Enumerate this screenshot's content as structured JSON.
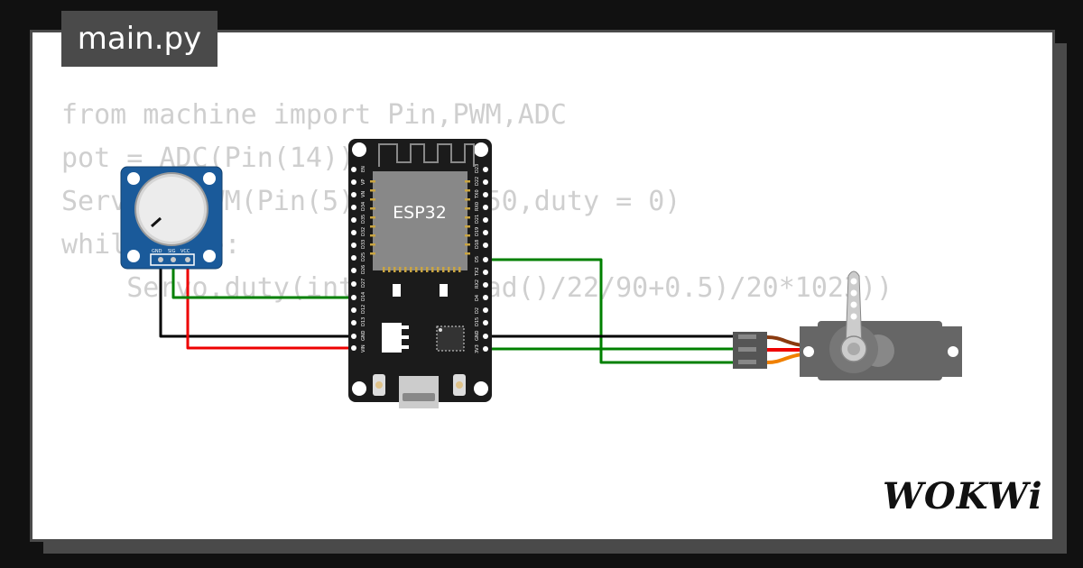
{
  "editor": {
    "filename": "main.py",
    "code_lines": [
      "from machine import Pin,PWM,ADC",
      "pot = ADC(Pin(14))",
      "Servo = PWM(Pin(5),freq = 50,duty = 0)",
      "while True:",
      "    Servo.duty(int((pot.read()/22/90+0.5)/20*1023))"
    ]
  },
  "board": {
    "label": "ESP32",
    "left_pins": [
      "EN",
      "VP",
      "VN",
      "D34",
      "D35",
      "D32",
      "D33",
      "D25",
      "D26",
      "D27",
      "D14",
      "D12",
      "D13",
      "GND",
      "VIN"
    ],
    "right_pins": [
      "D23",
      "D22",
      "TX0",
      "RX0",
      "D21",
      "D19",
      "D18",
      "D5",
      "TX2",
      "RX2",
      "D4",
      "D2",
      "D15",
      "GND",
      "3V3"
    ]
  },
  "potentiometer": {
    "pin_labels": [
      "GND",
      "SIG",
      "VCC"
    ]
  },
  "brand": {
    "logo_text": "WOKWi"
  },
  "colors": {
    "background": "#111111",
    "frame": "#4a4a4a",
    "wire_green": "#008000",
    "wire_red": "#ee0000",
    "wire_black": "#000000",
    "pot_pcb": "#1a5a9a",
    "servo_body": "#666666",
    "board_body": "#1b1b1b"
  }
}
